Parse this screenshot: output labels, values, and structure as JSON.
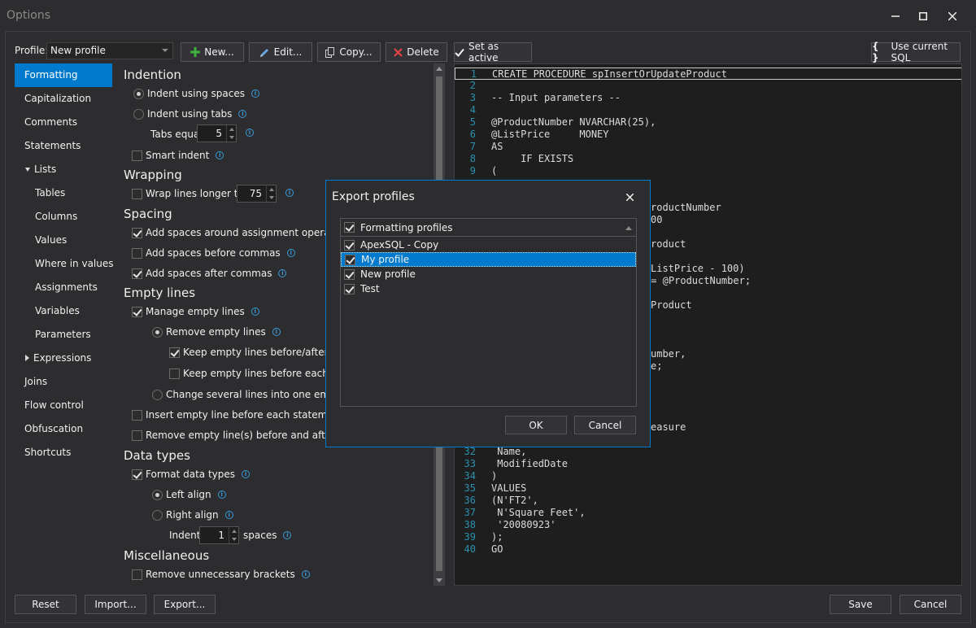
{
  "window": {
    "title": "Options"
  },
  "toolbar": {
    "profile_label": "Profile:",
    "profile_value": "New profile",
    "new_label": "New...",
    "edit_label": "Edit...",
    "copy_label": "Copy...",
    "delete_label": "Delete",
    "set_active_label": "Set as active",
    "use_current_sql_label": "Use current SQL"
  },
  "nav": {
    "items": [
      "Formatting",
      "Capitalization",
      "Comments",
      "Statements",
      "Lists",
      "Tables",
      "Columns",
      "Values",
      "Where in values",
      "Assignments",
      "Variables",
      "Parameters",
      "Expressions",
      "Joins",
      "Flow control",
      "Obfuscation",
      "Shortcuts"
    ]
  },
  "options": {
    "indention_title": "Indention",
    "indent_spaces": "Indent using spaces",
    "indent_tabs": "Indent using tabs",
    "tabs_equal": "Tabs equal",
    "tabs_equal_value": "5",
    "smart_indent": "Smart indent",
    "wrapping_title": "Wrapping",
    "wrap_lines": "Wrap lines longer than",
    "wrap_value": "75",
    "spacing_title": "Spacing",
    "spaces_assign": "Add spaces around assignment operators",
    "spaces_before_commas": "Add spaces before commas",
    "spaces_after_commas": "Add spaces after commas",
    "empty_title": "Empty lines",
    "manage_empty": "Manage empty lines",
    "remove_empty": "Remove empty lines",
    "keep_before_after": "Keep empty lines before/after comm",
    "keep_before_each": "Keep empty lines before each staten",
    "change_several": "Change several lines into one empty line",
    "insert_empty": "Insert empty line before each statement",
    "remove_before_after": "Remove empty line(s) before and after the sc",
    "datatypes_title": "Data types",
    "format_datatypes": "Format data types",
    "left_align": "Left align",
    "right_align": "Right align",
    "indent_label": "Indent",
    "indent_value": "1",
    "spaces_label": "spaces",
    "misc_title": "Miscellaneous",
    "remove_brackets": "Remove unnecessary brackets"
  },
  "code": {
    "lines": [
      {
        "n": "1",
        "t": "CREATE PROCEDURE spInsertOrUpdateProduct"
      },
      {
        "n": "2",
        "t": ""
      },
      {
        "n": "3",
        "t": "-- Input parameters --"
      },
      {
        "n": "4",
        "t": ""
      },
      {
        "n": "5",
        "t": "@ProductNumber NVARCHAR(25),"
      },
      {
        "n": "6",
        "t": "@ListPrice     MONEY"
      },
      {
        "n": "7",
        "t": "AS"
      },
      {
        "n": "8",
        "t": "     IF EXISTS"
      },
      {
        "n": "9",
        "t": "("
      },
      {
        "n": "32",
        "t": " Name,"
      },
      {
        "n": "33",
        "t": " ModifiedDate"
      },
      {
        "n": "34",
        "t": ")"
      },
      {
        "n": "35",
        "t": "VALUES"
      },
      {
        "n": "36",
        "t": "(N'FT2',"
      },
      {
        "n": "37",
        "t": " N'Square Feet',"
      },
      {
        "n": "38",
        "t": " '20080923'"
      },
      {
        "n": "39",
        "t": ");"
      },
      {
        "n": "40",
        "t": "GO"
      }
    ],
    "fragments": {
      "f1": "roductNumber",
      "f2": "00",
      "f3": "roduct",
      "f4": "ListPrice - 100)",
      "f5": " = @ProductNumber;",
      "f6": "Product",
      "f7": "umber,",
      "f8": "e;",
      "f9": "easure"
    }
  },
  "footer": {
    "reset_label": "Reset",
    "import_label": "Import...",
    "export_label": "Export...",
    "save_label": "Save",
    "cancel_label": "Cancel"
  },
  "modal": {
    "title": "Export profiles",
    "header": "Formatting profiles",
    "profiles": [
      "ApexSQL - Copy",
      "My profile",
      "New profile",
      "Test"
    ],
    "ok_label": "OK",
    "cancel_label": "Cancel"
  },
  "colors": {
    "accent": "#007acc",
    "keyword": "#569cd6",
    "comment": "#57a64a",
    "string": "#d69d85",
    "line_number": "#2b91af",
    "info_icon": "#3a9ad9",
    "delete_icon": "#e04343",
    "add_icon": "#3cb043"
  }
}
